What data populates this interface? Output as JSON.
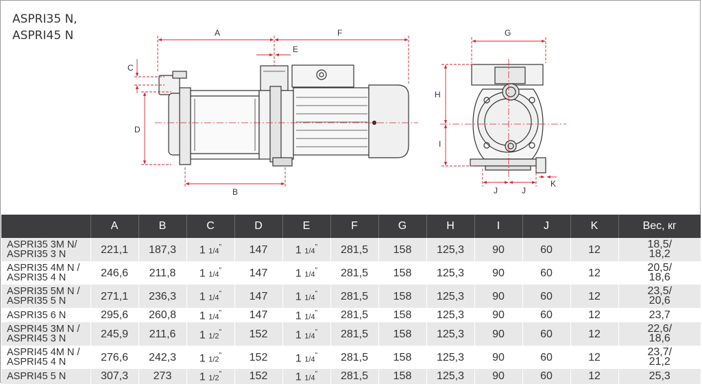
{
  "title": {
    "line1": "ASPRI35 N,",
    "line2": "ASPRI45 N"
  },
  "drawing_labels": {
    "A": "A",
    "B": "B",
    "C": "C",
    "D": "D",
    "E": "E",
    "F": "F",
    "G": "G",
    "H": "H",
    "I": "I",
    "J1": "J",
    "J2": "J",
    "K": "K"
  },
  "table": {
    "headers": [
      "",
      "A",
      "B",
      "C",
      "D",
      "E",
      "F",
      "G",
      "H",
      "I",
      "J",
      "K",
      "Вес, кг"
    ],
    "rows": [
      {
        "model": [
          "ASPRI35 3M N/",
          "ASPRI35 3 N"
        ],
        "A": "221,1",
        "B": "187,3",
        "C": [
          "1 ",
          "1/4",
          "\""
        ],
        "D": "147",
        "E": [
          "1 ",
          "1/4",
          "\""
        ],
        "F": "281,5",
        "G": "158",
        "H": "125,3",
        "I": "90",
        "J": "60",
        "K": "12",
        "weight": [
          "18,5/",
          "18,2"
        ]
      },
      {
        "model": [
          "ASPRI35 4M N /",
          "ASPRI35 4 N"
        ],
        "A": "246,6",
        "B": "211,8",
        "C": [
          "1 ",
          "1/4",
          "\""
        ],
        "D": "147",
        "E": [
          "1 ",
          "1/4",
          "\""
        ],
        "F": "281,5",
        "G": "158",
        "H": "125,3",
        "I": "90",
        "J": "60",
        "K": "12",
        "weight": [
          "20,5/",
          "18,6"
        ]
      },
      {
        "model": [
          "ASPRI35 5M N /",
          "ASPRI35 5 N"
        ],
        "A": "271,1",
        "B": "236,3",
        "C": [
          "1 ",
          "1/4",
          "\""
        ],
        "D": "147",
        "E": [
          "1 ",
          "1/4",
          "\""
        ],
        "F": "281,5",
        "G": "158",
        "H": "125,3",
        "I": "90",
        "J": "60",
        "K": "12",
        "weight": [
          "23,5/",
          "20,6"
        ]
      },
      {
        "model": [
          "ASPRI35 6 N"
        ],
        "A": "295,6",
        "B": "260,8",
        "C": [
          "1 ",
          "1/4",
          "\""
        ],
        "D": "147",
        "E": [
          "1 ",
          "1/4",
          "\""
        ],
        "F": "281,5",
        "G": "158",
        "H": "125,3",
        "I": "90",
        "J": "60",
        "K": "12",
        "weight": [
          "23,7"
        ]
      },
      {
        "model": [
          "ASPRI45 3M N /",
          "ASPRI45 3 N"
        ],
        "A": "245,9",
        "B": "211,6",
        "C": [
          "1 ",
          "1/2",
          "\""
        ],
        "D": "152",
        "E": [
          "1 ",
          "1/4",
          "\""
        ],
        "F": "281,5",
        "G": "158",
        "H": "125,3",
        "I": "90",
        "J": "60",
        "K": "12",
        "weight": [
          "22,6/",
          "18,6"
        ]
      },
      {
        "model": [
          "ASPRI45 4M N /",
          "ASPRI45 4 N"
        ],
        "A": "276,6",
        "B": "242,3",
        "C": [
          "1 ",
          "1/2",
          "\""
        ],
        "D": "152",
        "E": [
          "1 ",
          "1/4",
          "\""
        ],
        "F": "281,5",
        "G": "158",
        "H": "125,3",
        "I": "90",
        "J": "60",
        "K": "12",
        "weight": [
          "23,7/",
          "21,2"
        ]
      },
      {
        "model": [
          "ASPRI45 5 N"
        ],
        "A": "307,3",
        "B": "273",
        "C": [
          "1 ",
          "1/2",
          "\""
        ],
        "D": "152",
        "E": [
          "1 ",
          "1/4",
          "\""
        ],
        "F": "281,5",
        "G": "158",
        "H": "125,3",
        "I": "90",
        "J": "60",
        "K": "12",
        "weight": [
          "25,3"
        ]
      }
    ]
  },
  "colors": {
    "header_bg": "#3d3d3f",
    "row_shade": "#e8e8e8",
    "dimension_red": "#d8232a"
  }
}
